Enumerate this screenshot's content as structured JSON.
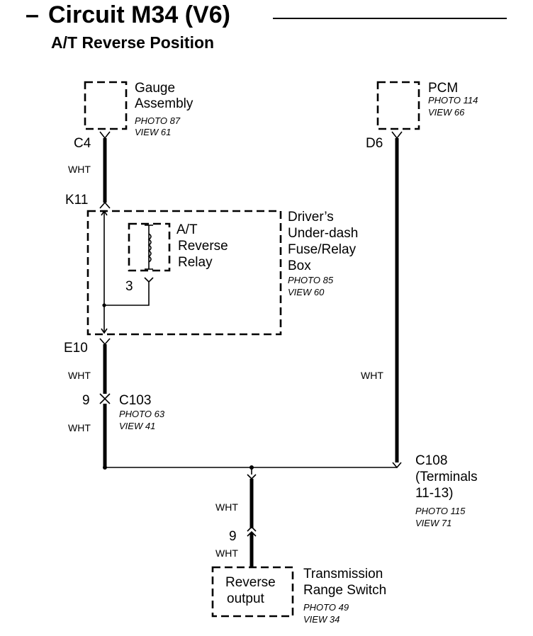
{
  "title": {
    "prefix": "–",
    "main": "Circuit M34 (V6)",
    "sub": "A/T Reverse Position"
  },
  "components": {
    "gauge": {
      "line1": "Gauge",
      "line2": "Assembly",
      "photo": "PHOTO 87",
      "view": "VIEW 61"
    },
    "pcm": {
      "line1": "PCM",
      "photo": "PHOTO 114",
      "view": "VIEW 66"
    },
    "fusebox": {
      "line1": "Driver’s",
      "line2": "Under-dash",
      "line3": "Fuse/Relay",
      "line4": "Box",
      "photo": "PHOTO 85",
      "view": "VIEW 60"
    },
    "relay": {
      "line1": "A/T",
      "line2": "Reverse",
      "line3": "Relay",
      "pin": "3"
    },
    "c103": {
      "name": "C103",
      "pin": "9",
      "photo": "PHOTO 63",
      "view": "VIEW 41"
    },
    "c108": {
      "name": "C108",
      "line2": "(Terminals",
      "line3": "11-13)",
      "photo": "PHOTO 115",
      "view": "VIEW 71"
    },
    "trs": {
      "line1": "Transmission",
      "line2": "Range Switch",
      "inner1": "Reverse",
      "inner2": "output",
      "pin": "9",
      "photo": "PHOTO 49",
      "view": "VIEW 34"
    }
  },
  "connectors": {
    "c4": "C4",
    "k11": "K11",
    "e10": "E10",
    "d6": "D6"
  },
  "wires": {
    "gauge_to_k11": "WHT",
    "e10_to_c103": "WHT",
    "c103_to_splice": "WHT",
    "pcm_to_c108": "WHT",
    "splice_to_c9": "WHT",
    "c9_to_switch": "WHT"
  }
}
